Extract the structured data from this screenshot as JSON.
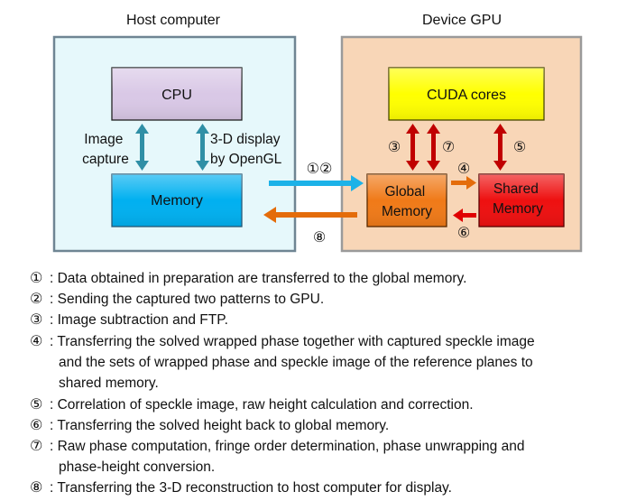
{
  "diagram": {
    "host_title": "Host computer",
    "device_title": "Device GPU",
    "cpu_label": "CPU",
    "memory_label": "Memory",
    "image_capture_label": [
      "Image",
      "capture"
    ],
    "display_label": [
      "3-D display",
      "by OpenGL"
    ],
    "cuda_label": "CUDA cores",
    "global_memory_label": [
      "Global",
      "Memory"
    ],
    "shared_memory_label": [
      "Shared",
      "Memory"
    ],
    "arrow_labels": {
      "to_global": "①②",
      "to_host": "⑧",
      "cuda_global_left": "③",
      "cuda_global_right": "⑦",
      "cuda_shared": "⑤",
      "global_shared": "④",
      "shared_global": "⑥"
    },
    "colors": {
      "host_bg": "#e6f8fb",
      "device_bg": "#f8d6b7",
      "cpu": "#d9c8e6",
      "memory": "#00b0f0",
      "cuda": "#ffff00",
      "global_memory": "#f07a18",
      "shared_memory": "#ee1010",
      "arrow_teal": "#2f8fa6",
      "arrow_red": "#c00000",
      "arrow_blue": "#1cb2e8",
      "arrow_orange": "#e46c0a"
    }
  },
  "legend": [
    {
      "num": "①",
      "lines": [
        ": Data obtained in preparation are transferred to the global memory."
      ]
    },
    {
      "num": "②",
      "lines": [
        ": Sending the captured two patterns to GPU."
      ]
    },
    {
      "num": "③",
      "lines": [
        ": Image subtraction and FTP."
      ]
    },
    {
      "num": "④",
      "lines": [
        ": Transferring the solved wrapped phase together with captured speckle image",
        "and the sets of wrapped phase and speckle image of the reference planes to",
        "shared memory."
      ]
    },
    {
      "num": "⑤",
      "lines": [
        ": Correlation of speckle image, raw height calculation and correction."
      ]
    },
    {
      "num": "⑥",
      "lines": [
        ": Transferring the solved height back to global memory."
      ]
    },
    {
      "num": "⑦",
      "lines": [
        ": Raw phase computation, fringe order determination, phase unwrapping  and",
        "phase-height conversion."
      ]
    },
    {
      "num": "⑧",
      "lines": [
        ": Transferring the 3-D reconstruction to host computer for display."
      ]
    }
  ]
}
